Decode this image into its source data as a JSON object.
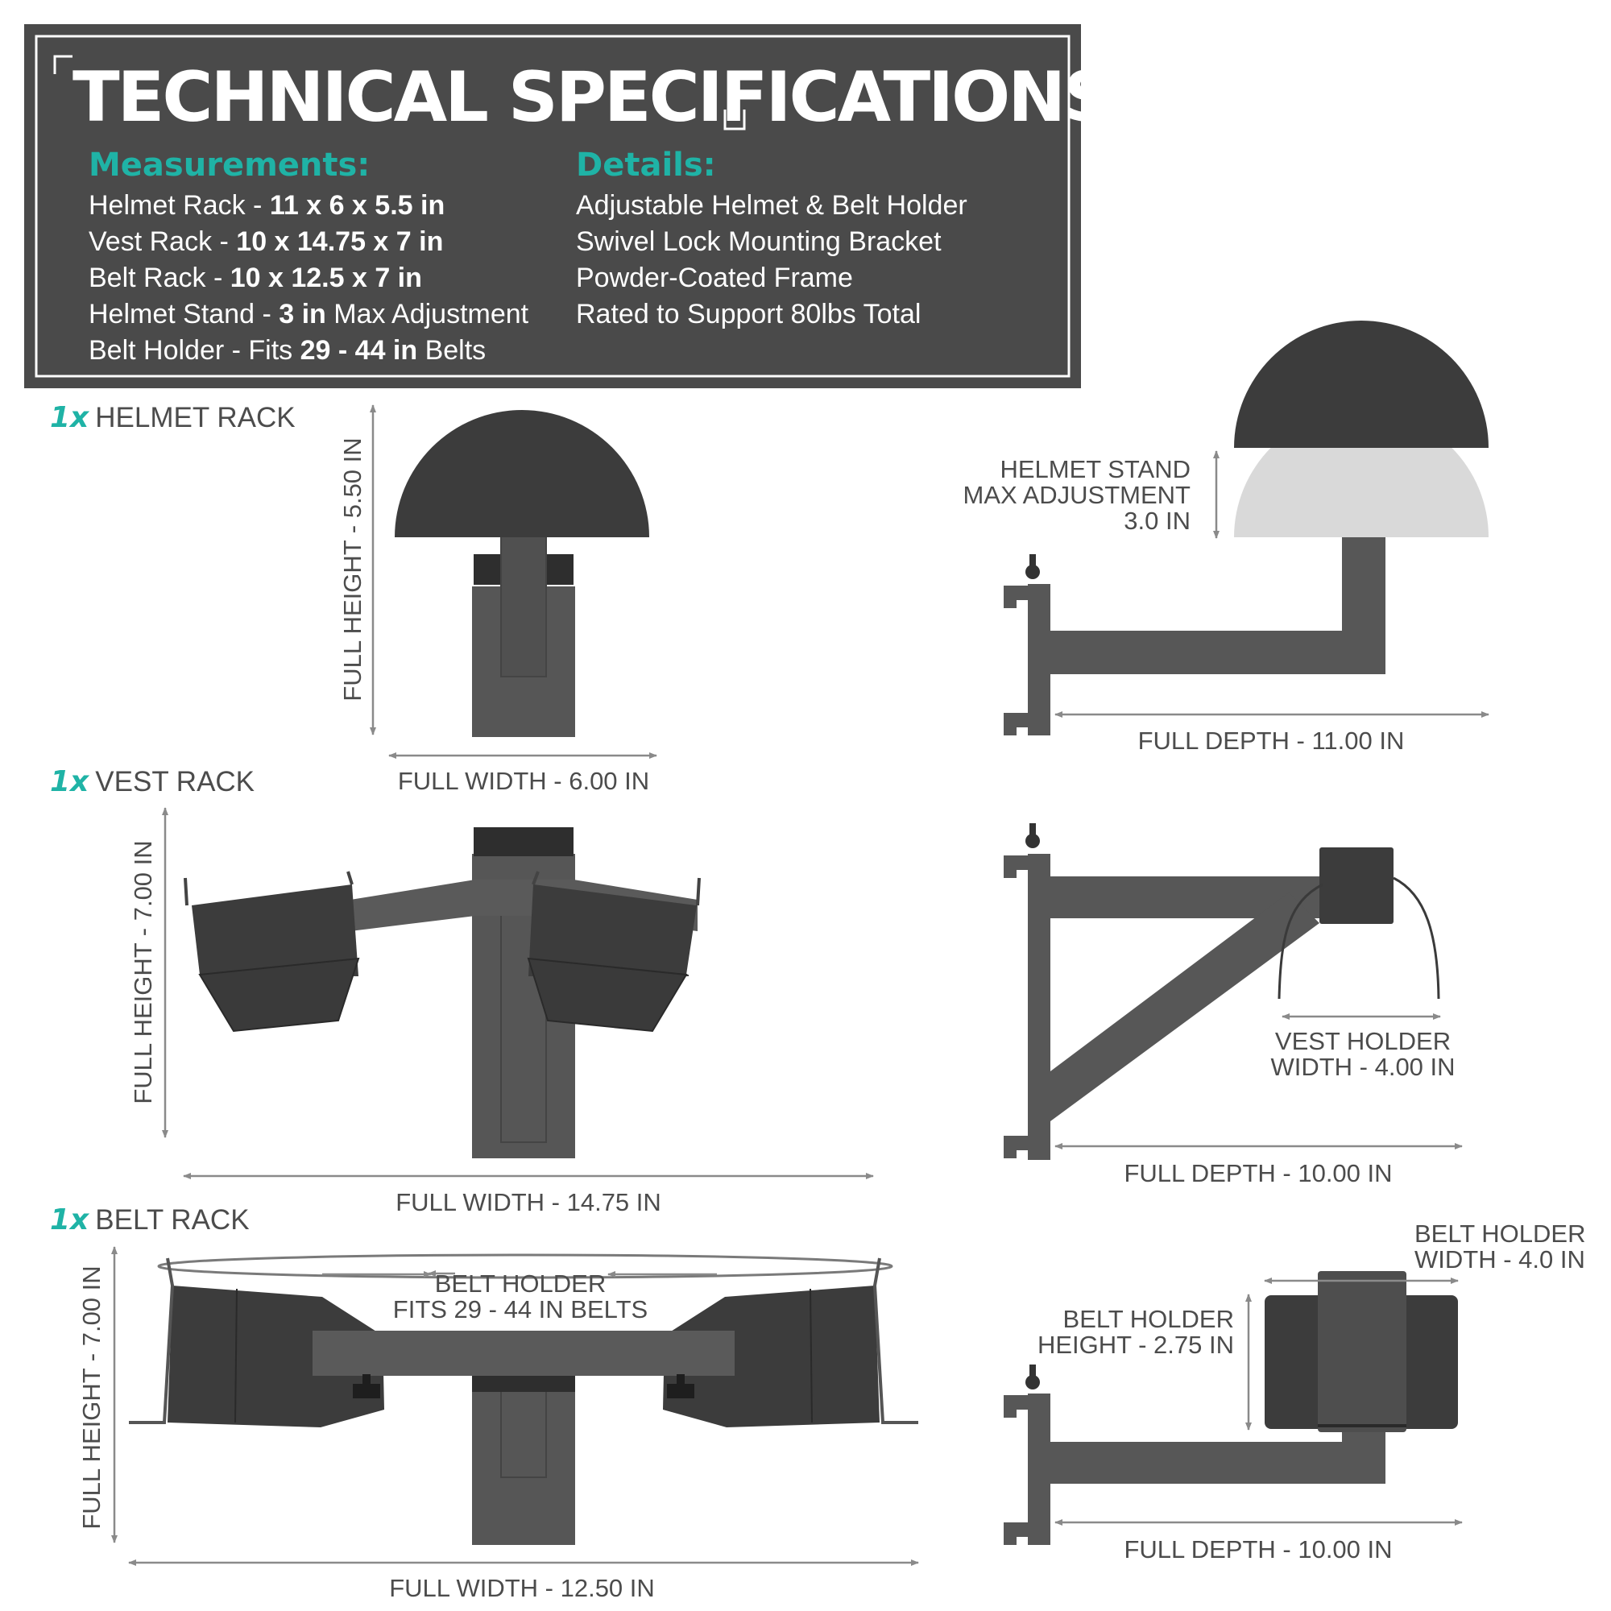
{
  "header": {
    "title": "TECHNICAL SPECIFICATIONS",
    "measurements_heading": "Measurements:",
    "details_heading": "Details:",
    "measurements": [
      {
        "pre": "Helmet Rack - ",
        "bold": "11 x 6 x 5.5 in",
        "post": ""
      },
      {
        "pre": "Vest Rack - ",
        "bold": "10 x 14.75 x 7 in",
        "post": ""
      },
      {
        "pre": "Belt Rack - ",
        "bold": "10 x 12.5 x 7 in",
        "post": ""
      },
      {
        "pre": "Helmet Stand - ",
        "bold": "3 in",
        "post": " Max Adjustment"
      },
      {
        "pre": "Belt Holder - Fits ",
        "bold": "29 - 44 in",
        "post": " Belts"
      }
    ],
    "details": [
      "Adjustable Helmet & Belt Holder",
      "Swivel Lock Mounting Bracket",
      "Powder-Coated Frame",
      "Rated to Support 80lbs Total"
    ]
  },
  "colors": {
    "accent": "#1fb3a6",
    "panel": "#4a4a4a",
    "part_dark": "#3c3c3c",
    "part_mid": "#575757",
    "helmet_ghost": "#d9d9d9"
  },
  "helmet": {
    "qty": "1x",
    "name": "HELMET RACK",
    "height": "FULL HEIGHT - 5.50 IN",
    "width": "FULL WIDTH - 6.00 IN",
    "stand_line1": "HELMET STAND",
    "stand_line2": "MAX ADJUSTMENT",
    "stand_line3": "3.0 IN",
    "depth": "FULL DEPTH - 11.00 IN"
  },
  "vest": {
    "qty": "1x",
    "name": "VEST RACK",
    "height": "FULL HEIGHT - 7.00 IN",
    "width": "FULL WIDTH - 14.75 IN",
    "holder_line1": "VEST HOLDER",
    "holder_line2": "WIDTH - 4.00 IN",
    "depth": "FULL DEPTH - 10.00 IN"
  },
  "belt": {
    "qty": "1x",
    "name": "BELT RACK",
    "height": "FULL HEIGHT - 7.00 IN",
    "fits_line1": "BELT HOLDER",
    "fits_line2": "FITS 29 - 44 IN BELTS",
    "width": "FULL WIDTH - 12.50 IN",
    "holder_w_line1": "BELT HOLDER",
    "holder_w_line2": "WIDTH - 4.0 IN",
    "holder_h_line1": "BELT HOLDER",
    "holder_h_line2": "HEIGHT - 2.75 IN",
    "depth": "FULL DEPTH - 10.00 IN"
  }
}
